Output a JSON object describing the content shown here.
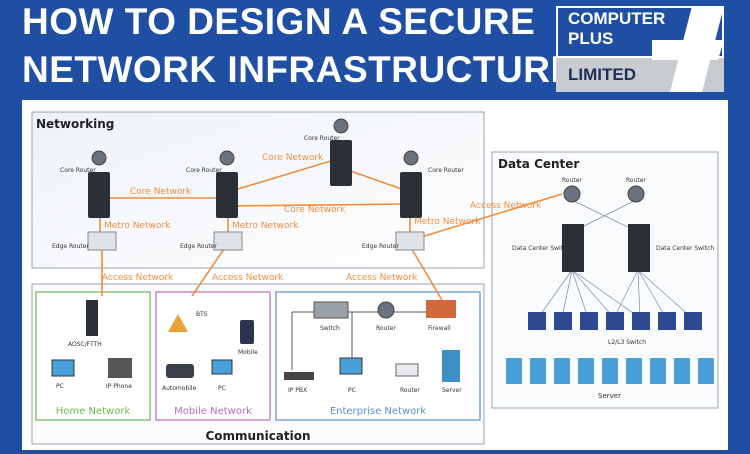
{
  "header": {
    "title_line1": "HOW TO DESIGN A SECURE",
    "title_line2": "NETWORK INFRASTRUCTURE"
  },
  "logo": {
    "line1": "COMPUTER",
    "line2": "PLUS",
    "line3": "LIMITED"
  },
  "colors": {
    "header_bg": "#1f4fa3",
    "link_orange": "#f28c3c",
    "home_green": "#6cb84a",
    "mobile_purple": "#b56fc2",
    "enterprise_blue": "#5b8ec9"
  },
  "diagram": {
    "networking": {
      "title": "Networking",
      "core_router_label": "Core Router",
      "edge_router_label": "Edge Router",
      "links": {
        "core_network_1": "Core Network",
        "core_network_2": "Core Network",
        "core_network_3": "Core Network",
        "metro_network_1": "Metro Network",
        "metro_network_2": "Metro Network",
        "metro_network_3": "Metro Network",
        "access_network_1": "Access Network",
        "access_network_2": "Access Network",
        "access_network_3": "Access Network",
        "access_network_4": "Access Network"
      }
    },
    "data_center": {
      "title": "Data Center",
      "router_label": "Router",
      "switch_label": "Data Center Switch",
      "l2l3_label": "L2/L3 Switch",
      "server_label": "Server"
    },
    "communication": {
      "title": "Communication",
      "home": {
        "title": "Home Network",
        "aosc": "AOSC/FTTH",
        "pc": "PC",
        "ip_phone": "IP Phone"
      },
      "mobile": {
        "title": "Mobile Network",
        "bts": "BTS",
        "mobile": "Mobile",
        "automobile": "Automobile",
        "pc": "PC"
      },
      "enterprise": {
        "title": "Enterprise Network",
        "switch": "Switch",
        "router": "Router",
        "firewall": "Firewall",
        "ip_pbx": "IP PBX",
        "pc": "PC",
        "router2": "Router",
        "server": "Server"
      }
    }
  }
}
